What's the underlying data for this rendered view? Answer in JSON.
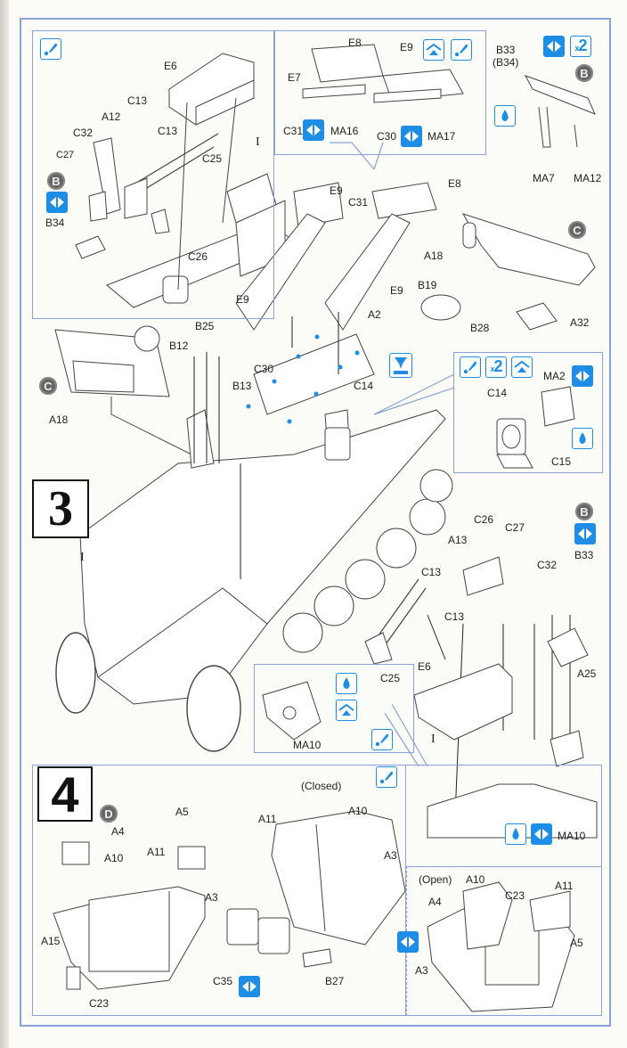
{
  "document": {
    "type": "model kit assembly instructions",
    "steps": [
      {
        "number": "3"
      },
      {
        "number": "4"
      }
    ]
  },
  "step3": {
    "step_number": "3",
    "panel_top_left": {
      "icons": [
        "paint-icon"
      ],
      "badge": "B",
      "labels": {
        "E6": "E6",
        "C13a": "C13",
        "C13b": "C13",
        "A12": "A12",
        "C32": "C32",
        "C27": "C27",
        "C25": "C25",
        "I": "I",
        "B34": "B34",
        "C26": "C26",
        "E9": "E9"
      }
    },
    "panel_top_center": {
      "icons": [
        "flip-icon",
        "paint-icon"
      ],
      "labels": {
        "E8": "E8",
        "E9": "E9",
        "E7": "E7",
        "C31": "C31",
        "MA16": "MA16",
        "C30": "C30",
        "MA17": "MA17"
      }
    },
    "panel_top_right": {
      "icons": [
        "pair-icon",
        "x2-icon"
      ],
      "x2_text": "2",
      "x2_prefix": "x",
      "badge": "B",
      "labels": {
        "B33": "B33",
        "B34_alt": "(B34)",
        "MA7": "MA7",
        "MA12": "MA12"
      }
    },
    "dashboard_section": {
      "badge": "C",
      "labels": {
        "E8": "E8",
        "E9": "E9",
        "A18": "A18",
        "B19": "B19",
        "B28": "B28",
        "A32": "A32",
        "A2": "A2"
      }
    },
    "main_section": {
      "labels": {
        "C31": "C31",
        "E9": "E9",
        "C30": "C30",
        "B25": "B25",
        "B12": "B12",
        "B13": "B13",
        "A18": "A18",
        "C14": "C14",
        "I": "I"
      },
      "badge": "C"
    },
    "panel_periscope": {
      "icons": [
        "paint-icon",
        "x2-icon",
        "flip-icon",
        "pair-icon",
        "glue-icon"
      ],
      "x2_text": "2",
      "x2_prefix": "x",
      "labels": {
        "C14": "C14",
        "MA2": "MA2",
        "C15": "C15"
      }
    },
    "panel_seat": {
      "badge": "B",
      "icons": [
        "pair-icon",
        "glue-icon",
        "pair-icon"
      ],
      "labels": {
        "C26": "C26",
        "C27": "C27",
        "A13": "A13",
        "C13a": "C13",
        "C13b": "C13",
        "C32": "C32",
        "B33": "B33",
        "C25": "C25",
        "E6": "E6",
        "A25": "A25",
        "I": "I",
        "MA10": "MA10"
      }
    },
    "panel_ma10": {
      "icons": [
        "glue-icon",
        "flip-icon",
        "paint-icon"
      ],
      "labels": {
        "MA10": "MA10"
      }
    }
  },
  "step4": {
    "step_number": "4",
    "badge": "D",
    "left": {
      "labels": {
        "A4": "A4",
        "A5": "A5",
        "A10": "A10",
        "A11": "A11",
        "A3": "A3",
        "A15": "A15",
        "C23": "C23"
      }
    },
    "closed": {
      "caption": "(Closed)",
      "icons": [
        "paint-icon",
        "pair-icon"
      ],
      "labels": {
        "A11": "A11",
        "A10": "A10",
        "A3": "A3",
        "C35": "C35",
        "B27": "B27"
      }
    },
    "open": {
      "caption": "(Open)",
      "icons": [
        "pair-icon"
      ],
      "labels": {
        "A10": "A10",
        "A11": "A11",
        "A4": "A4",
        "C23": "C23",
        "A3": "A3",
        "A5": "A5"
      }
    }
  },
  "colors": {
    "accent_blue": "#1d8de6",
    "frame_blue": "#8aa2d8",
    "badge_gray": "#666666",
    "line_dark": "#333333"
  }
}
